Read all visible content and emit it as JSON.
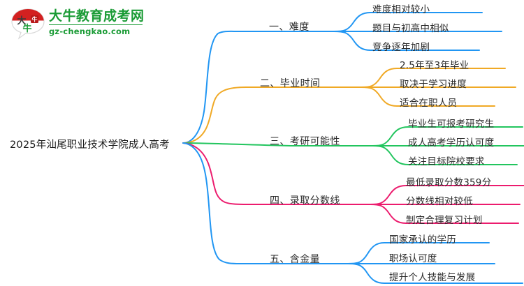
{
  "logo": {
    "mark_char": "大牛",
    "name": "大牛教育成考网",
    "url": "gz-chengkao.com",
    "brand_color": "#1a9b35",
    "mark_accent_color": "#d32121"
  },
  "mindmap": {
    "root": {
      "label": "2025年汕尾职业技术学院成人高考"
    },
    "branches": [
      {
        "label": "一、难度",
        "color": "#2196f3",
        "leaves": [
          "难度相对较小",
          "题目与初高中相似",
          "竞争逐年加剧"
        ]
      },
      {
        "label": "二、毕业时间",
        "color": "#f0a925",
        "leaves": [
          "2.5年至3年毕业",
          "取决于学习进度",
          "适合在职人员"
        ]
      },
      {
        "label": "三、考研可能性",
        "color": "#22c55e",
        "leaves": [
          "毕业生可报考研究生",
          "成人高考学历认可度",
          "关注目标院校要求"
        ]
      },
      {
        "label": "四、录取分数线",
        "color": "#ec1c6e",
        "leaves": [
          "最低录取分数359分",
          "分数线相对较低",
          "制定合理复习计划"
        ]
      },
      {
        "label": "五、含金量",
        "color": "#2196f3",
        "leaves": [
          "国家承认的学历",
          "职场认可度",
          "提升个人技能与发展"
        ]
      }
    ]
  }
}
